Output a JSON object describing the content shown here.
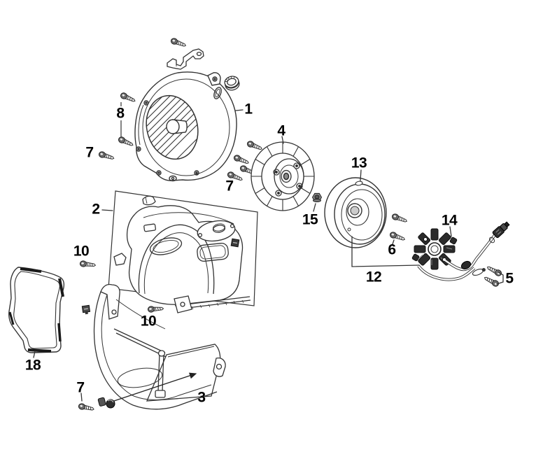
{
  "diagram": {
    "background_color": "#ffffff",
    "line_color": "#333333",
    "label_color": "#000000",
    "callouts": [
      {
        "text": "1",
        "target": "fan-cover"
      },
      {
        "text": "2",
        "target": "upper-fan-shroud"
      },
      {
        "text": "3",
        "target": "lower-fan-shroud"
      },
      {
        "text": "4",
        "target": "flywheel-cooling-fan"
      },
      {
        "text": "5",
        "target": "harness-mount-bolts"
      },
      {
        "text": "6",
        "target": "stator-screws"
      },
      {
        "text": "7",
        "target": "flange-screw-left"
      },
      {
        "text": "7",
        "target": "flange-screw-cluster"
      },
      {
        "text": "7",
        "target": "flange-screw-bottom"
      },
      {
        "text": "8",
        "target": "cover-screws-upper"
      },
      {
        "text": "10",
        "target": "shroud-bolt-left"
      },
      {
        "text": "10",
        "target": "shroud-bolt-lower"
      },
      {
        "text": "12",
        "target": "generator-assembly"
      },
      {
        "text": "13",
        "target": "flywheel-rotor"
      },
      {
        "text": "14",
        "target": "stator-coil"
      },
      {
        "text": "15",
        "target": "flywheel-nut"
      },
      {
        "text": "18",
        "target": "cover-gasket"
      }
    ]
  }
}
